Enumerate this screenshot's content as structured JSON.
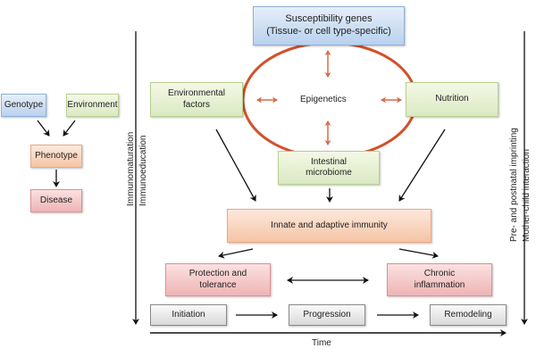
{
  "legend": {
    "genotype": "Genotype",
    "environment": "Environment",
    "phenotype": "Phenotype",
    "disease": "Disease"
  },
  "main": {
    "susceptibility_genes_line1": "Susceptibility genes",
    "susceptibility_genes_line2": "(Tissue- or cell type-specific)",
    "environmental_factors_line1": "Environmental",
    "environmental_factors_line2": "factors",
    "epigenetics": "Epigenetics",
    "nutrition": "Nutrition",
    "intestinal_microbiome_line1": "Intestinal",
    "intestinal_microbiome_line2": "microbiome",
    "innate_adaptive_immunity": "Innate and adaptive immunity",
    "protection_tolerance_line1": "Protection and",
    "protection_tolerance_line2": "tolerance",
    "chronic_inflammation_line1": "Chronic",
    "chronic_inflammation_line2": "inflammation"
  },
  "timeline": {
    "stages": [
      "Initiation",
      "Progression",
      "Remodeling"
    ],
    "axis_label": "Time"
  },
  "side_axes": {
    "left_line1": "Immunomaturation",
    "left_line2": "Immunoeducation",
    "right_line1": "Pre- and postnatal imprinting",
    "right_line2": "Mother-child interaction"
  },
  "colors": {
    "epigenetics_ring": "#d2512b",
    "arrow": "#111111",
    "epigenetics_arrow": "#d86a4c"
  }
}
